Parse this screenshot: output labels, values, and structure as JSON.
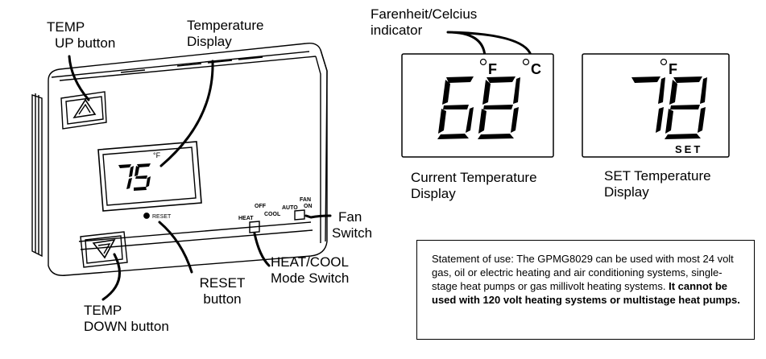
{
  "labels": {
    "temp_up_line1": "TEMP",
    "temp_up_line2": "UP  button",
    "temperature_display_line1": "Temperature",
    "temperature_display_line2": "Display",
    "reset_line1": "RESET",
    "reset_line2": "button",
    "temp_down_line1": "TEMP",
    "temp_down_line2": "DOWN  button",
    "heat_cool_line1": "HEAT/COOL",
    "heat_cool_line2": "Mode Switch",
    "fan_line1": "Fan",
    "fan_line2": "Switch",
    "farenheit_line1": "Farenheit/Celcius",
    "farenheit_line2": "indicator",
    "current_line1": "Current Temperature",
    "current_line2": "Display",
    "set_line1": "SET Temperature",
    "set_line2": "Display"
  },
  "device": {
    "reading": "75",
    "unit": "°F",
    "reset_text": "RESET",
    "switch_heat": "HEAT",
    "switch_off": "OFF",
    "switch_cool": "COOL",
    "switch_auto": "AUTO",
    "switch_fan": "FAN",
    "switch_on": "ON"
  },
  "current_display": {
    "value": "68",
    "unit_f": "F",
    "unit_c": "C"
  },
  "set_display": {
    "value": "78",
    "unit_f": "F",
    "set_text": "SET"
  },
  "statement": {
    "normal": "Statement of use:  The GPMG8029 can be used with most 24 volt gas, oil or electric heating and air conditioning systems, single-stage heat pumps or gas millivolt heating systems. ",
    "bold": "It cannot be used with 120 volt heating systems or multistage heat pumps."
  }
}
